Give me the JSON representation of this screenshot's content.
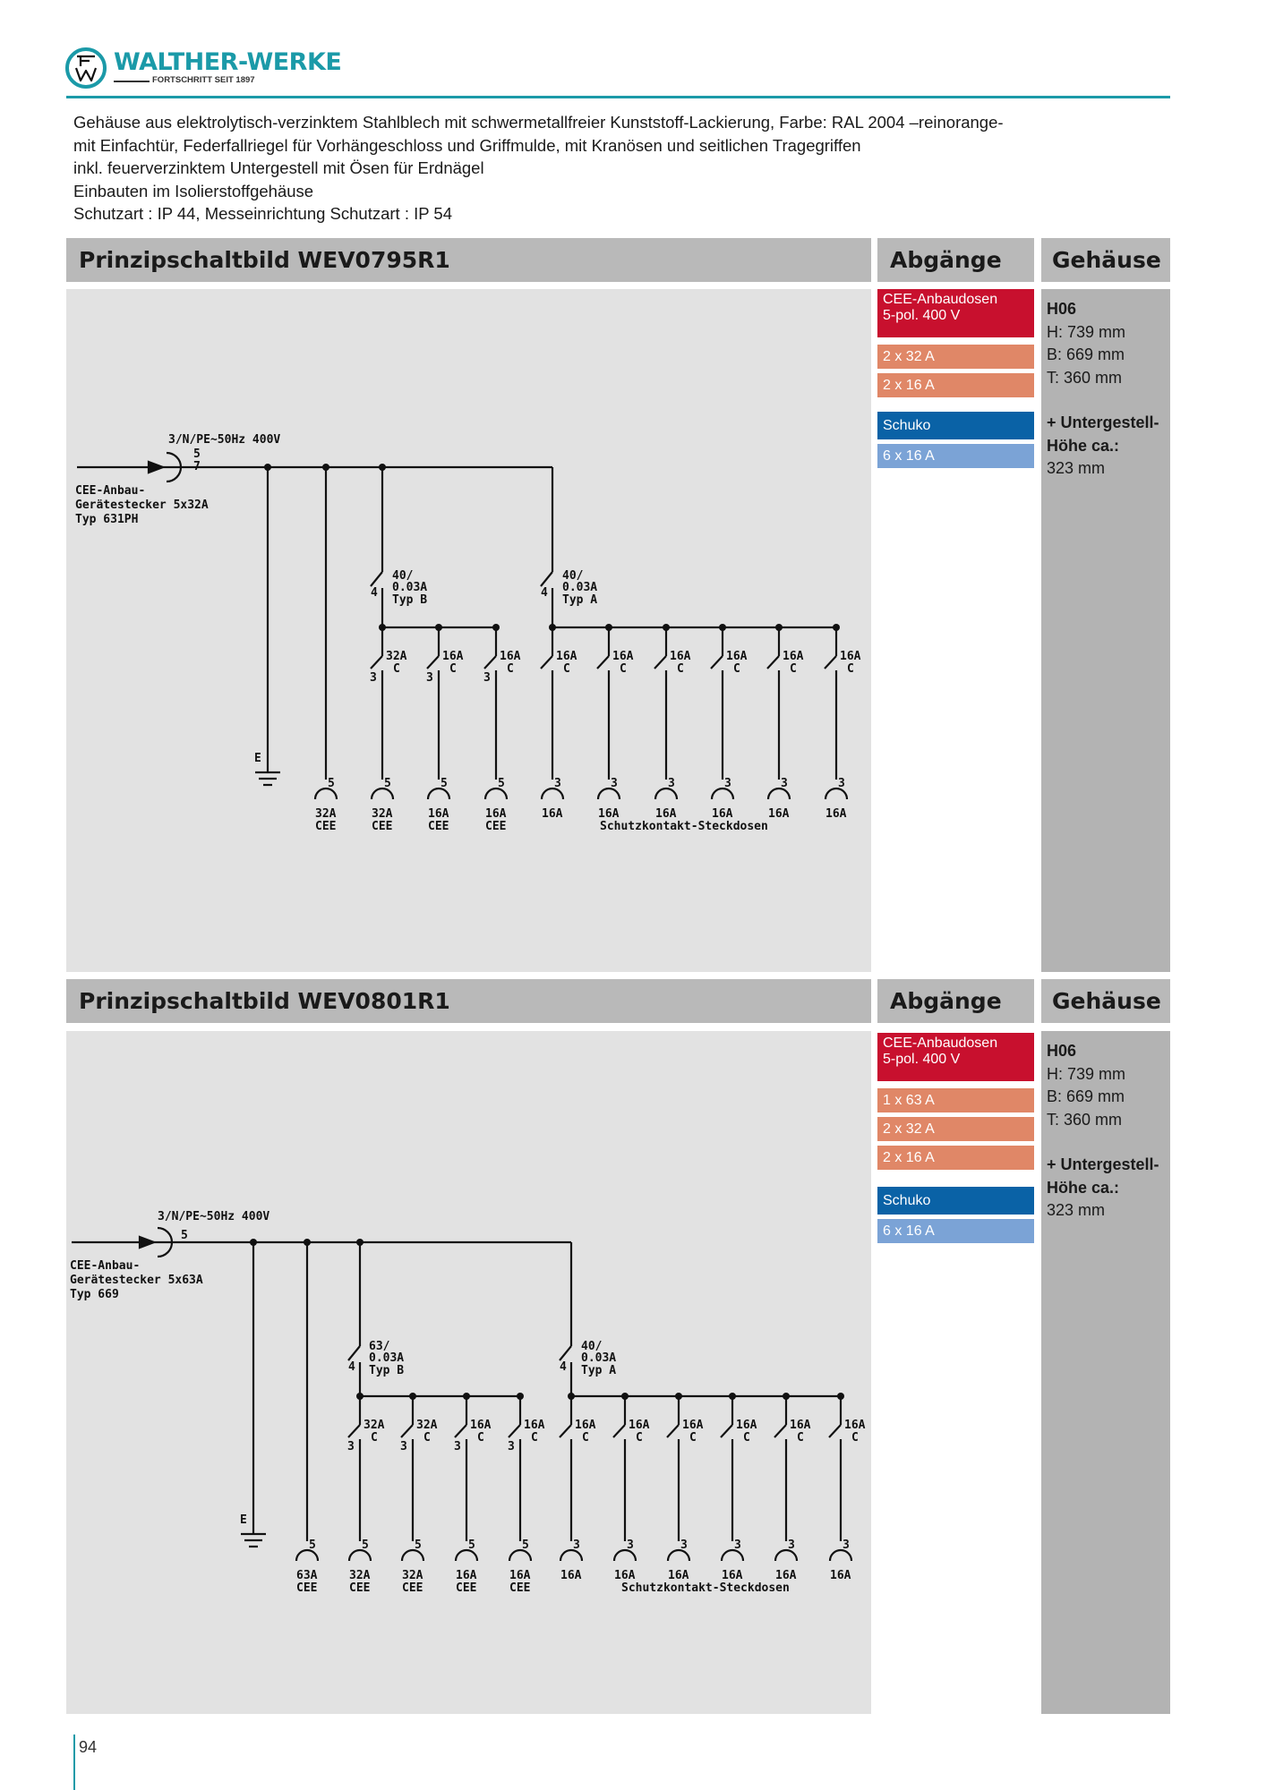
{
  "header": {
    "brand": "WALTHER-WERKE",
    "tagline": "FORTSCHRITT SEIT 1897",
    "logo_icon": "walther-werke-logo-icon",
    "accent_color": "#1b9aa8"
  },
  "intro_lines": [
    "Gehäuse aus elektrolytisch-verzinktem Stahlblech mit schwermetallfreier Kunststoff-Lackierung, Farbe: RAL 2004 –reinorange-",
    "mit Einfachtür, Federfallriegel für Vorhängeschloss und Griffmulde, mit Kranösen und seitlichen Tragegriffen",
    "inkl. feuerverzinktem Untergestell mit Ösen für Erdnägel",
    "Einbauten im Isolierstoffgehäuse",
    "Schutzart : IP 44, Messeinrichtung Schutzart : IP 54"
  ],
  "sections": [
    {
      "title": "Prinzipschaltbild WEV0795R1",
      "outputs_title": "Abgänge",
      "housing_title": "Gehäuse",
      "outputs": {
        "cee_title": "CEE-Anbaudosen",
        "cee_sub": "5-pol. 400 V",
        "cee_rows": [
          "2 x 32 A",
          "2 x 16 A"
        ],
        "schuko_title": "Schuko",
        "schuko_rows": [
          "6 x 16 A"
        ]
      },
      "housing": {
        "type": "H06",
        "h": "H: 739 mm",
        "b": "B: 669 mm",
        "t": "T: 360 mm",
        "extra1": "+ Untergestell-",
        "extra2": "Höhe ca.:",
        "extra3": "323 mm"
      },
      "diagram": {
        "supply": "3/N/PE~50Hz 400V",
        "pole_5": "5",
        "pole_7": "7",
        "inlet_1": "CEE-Anbau-",
        "inlet_2": "Gerätestecker 5x32A",
        "inlet_3": "Typ 631PH",
        "rcd1_1": "40/",
        "rcd1_2": "0.03A",
        "rcd1_3": "Typ B",
        "rcd2_1": "40/",
        "rcd2_2": "0.03A",
        "rcd2_3": "Typ A",
        "earth": "E",
        "breakers": [
          "32A",
          "16A",
          "16A",
          "16A",
          "16A",
          "16A",
          "16A",
          "16A",
          "16A"
        ],
        "char": "C",
        "sockets": [
          "32A",
          "32A",
          "16A",
          "16A",
          "16A",
          "16A",
          "16A",
          "16A",
          "16A",
          "16A"
        ],
        "cee": "CEE",
        "schuko_label": "Schutzkontakt-Steckdosen"
      }
    },
    {
      "title": "Prinzipschaltbild WEV0801R1",
      "outputs_title": "Abgänge",
      "housing_title": "Gehäuse",
      "outputs": {
        "cee_title": "CEE-Anbaudosen",
        "cee_sub": "5-pol. 400 V",
        "cee_rows": [
          "1 x 63 A",
          "2 x 32 A",
          "2 x 16 A"
        ],
        "schuko_title": "Schuko",
        "schuko_rows": [
          "6 x 16 A"
        ]
      },
      "housing": {
        "type": "H06",
        "h": "H: 739 mm",
        "b": "B: 669 mm",
        "t": "T: 360 mm",
        "extra1": "+ Untergestell-",
        "extra2": "Höhe ca.:",
        "extra3": "323 mm"
      },
      "diagram": {
        "supply": "3/N/PE~50Hz 400V",
        "pole_5": "5",
        "inlet_1": "CEE-Anbau-",
        "inlet_2": "Gerätestecker 5x63A",
        "inlet_3": "Typ 669",
        "rcd1_1": "63/",
        "rcd1_2": "0.03A",
        "rcd1_3": "Typ B",
        "rcd2_1": "40/",
        "rcd2_2": "0.03A",
        "rcd2_3": "Typ A",
        "earth": "E",
        "breakers": [
          "32A",
          "32A",
          "16A",
          "16A",
          "16A",
          "16A",
          "16A",
          "16A",
          "16A",
          "16A"
        ],
        "char": "C",
        "sockets": [
          "63A",
          "32A",
          "32A",
          "16A",
          "16A",
          "16A",
          "16A",
          "16A",
          "16A",
          "16A",
          "16A"
        ],
        "cee": "CEE",
        "schuko_label": "Schutzkontakt-Steckdosen"
      }
    }
  ],
  "footer": {
    "page_number": "94"
  }
}
